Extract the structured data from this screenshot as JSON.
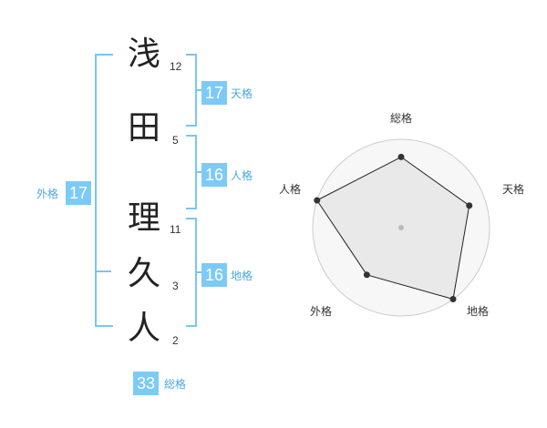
{
  "name": {
    "chars": [
      {
        "char": "浅",
        "strokes": "12"
      },
      {
        "char": "田",
        "strokes": "5"
      },
      {
        "char": "理",
        "strokes": "11"
      },
      {
        "char": "久",
        "strokes": "3"
      },
      {
        "char": "人",
        "strokes": "2"
      }
    ]
  },
  "fortune": {
    "tenkaku": {
      "value": "17",
      "label": "天格"
    },
    "jinkaku": {
      "value": "16",
      "label": "人格"
    },
    "chikaku": {
      "value": "16",
      "label": "地格"
    },
    "gaikaku": {
      "value": "17",
      "label": "外格"
    },
    "soukaku": {
      "value": "33",
      "label": "総格"
    }
  },
  "colors": {
    "accent": "#7ccaf7",
    "bracket": "#79c6f5",
    "label": "#4aa8e0"
  },
  "chart_data": {
    "type": "radar",
    "axes": [
      "総格",
      "天格",
      "地格",
      "外格",
      "人格"
    ],
    "values": [
      0.8,
      0.81,
      1.0,
      0.66,
      1.0
    ],
    "max": 1,
    "rings": 4
  }
}
